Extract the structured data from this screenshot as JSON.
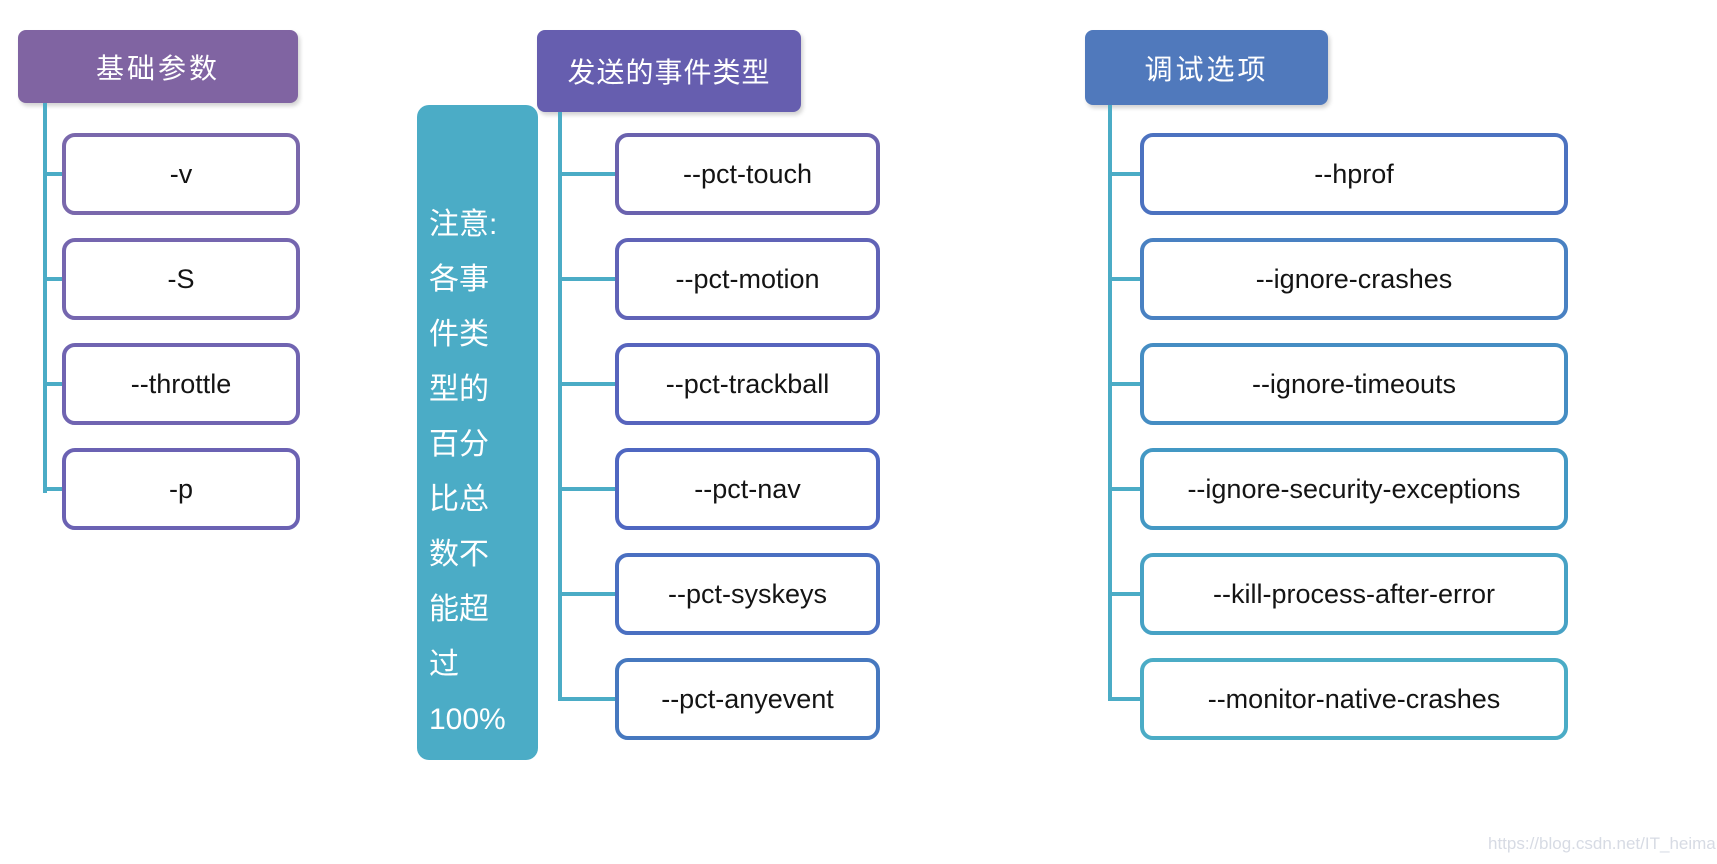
{
  "watermark": "https://blog.csdn.net/IT_heima",
  "connector_color": "#4BACC6",
  "note": {
    "bg": "#4BACC6",
    "text": "注意:\n各事\n件类\n型的\n百分\n比总\n数不\n能超\n过\n100%"
  },
  "trees": [
    {
      "header": {
        "label": "基础参数",
        "bg": "#8064A2"
      },
      "items": [
        {
          "label": "-v",
          "border": "#7A68AC"
        },
        {
          "label": "-S",
          "border": "#7566AF"
        },
        {
          "label": "--throttle",
          "border": "#7064B1"
        },
        {
          "label": "-p",
          "border": "#6B62B3"
        }
      ]
    },
    {
      "header": {
        "label": "发送的事件类型",
        "bg": "#665EAF"
      },
      "items": [
        {
          "label": "--pct-touch",
          "border": "#6A62AE"
        },
        {
          "label": "--pct-motion",
          "border": "#6063B7"
        },
        {
          "label": "--pct-trackball",
          "border": "#5764BD"
        },
        {
          "label": "--pct-nav",
          "border": "#4F67C1"
        },
        {
          "label": "--pct-syskeys",
          "border": "#4A6FC1"
        },
        {
          "label": "--pct-anyevent",
          "border": "#4678BF"
        }
      ]
    },
    {
      "header": {
        "label": "调试选项",
        "bg": "#5079BC"
      },
      "items": [
        {
          "label": "--hprof",
          "border": "#4C72C0"
        },
        {
          "label": "--ignore-crashes",
          "border": "#4981C2"
        },
        {
          "label": "--ignore-timeouts",
          "border": "#458DC3"
        },
        {
          "label": "--ignore-security-exceptions",
          "border": "#4398C4"
        },
        {
          "label": "--kill-process-after-error",
          "border": "#47A2C5"
        },
        {
          "label": "--monitor-native-crashes",
          "border": "#4BACC6"
        }
      ]
    }
  ]
}
